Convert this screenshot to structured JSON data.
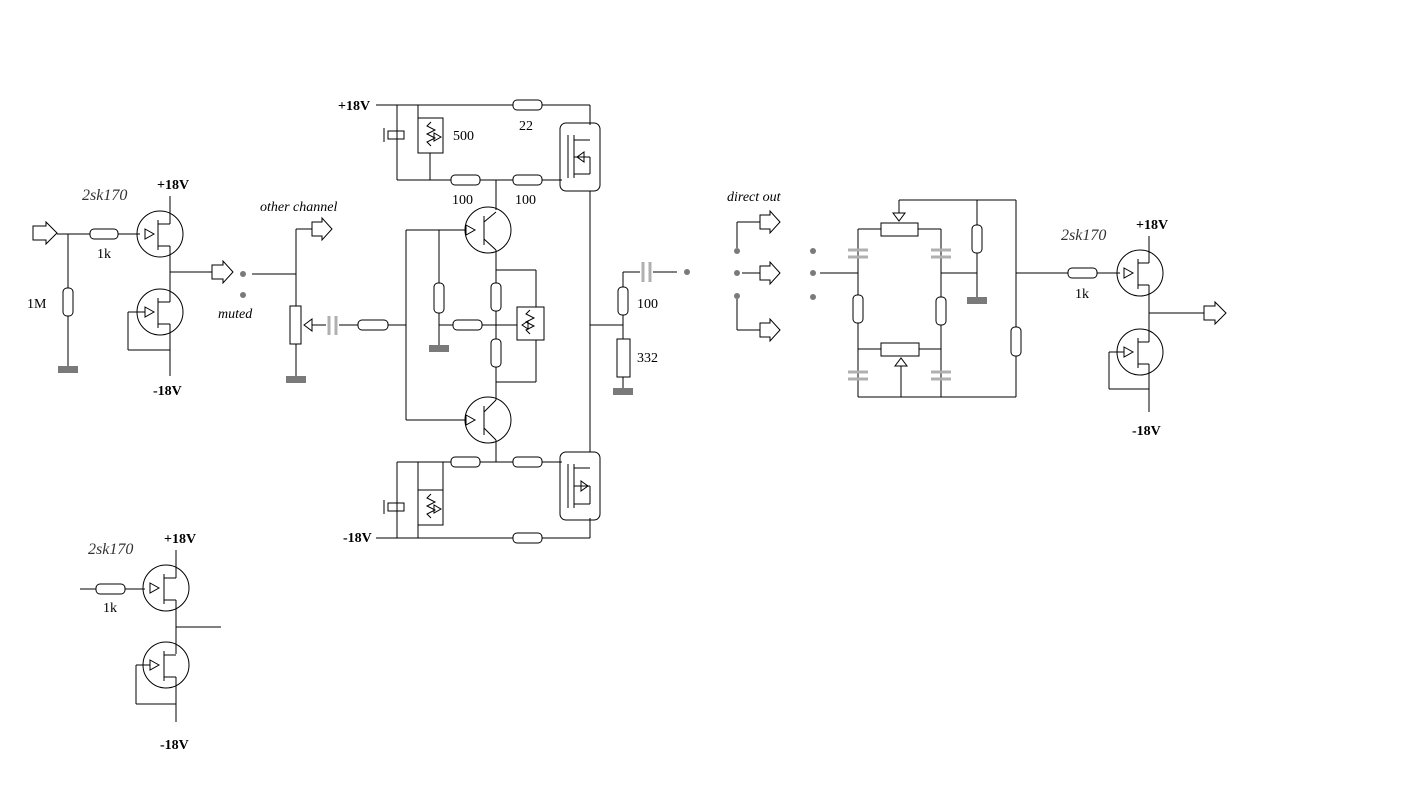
{
  "labels": {
    "stage1_part": "2sk170",
    "stage1_vplus": "+18V",
    "stage1_vminus": "-18V",
    "stage1_gate_res": "1k",
    "stage1_input_res": "1M",
    "stage1_mute": "muted",
    "other_channel": "other channel",
    "amp_vplus": "+18V",
    "amp_vminus": "-18V",
    "amp_trim": "500",
    "amp_r22": "22",
    "amp_r100_a": "100",
    "amp_r100_b": "100",
    "out_r100": "100",
    "out_r332": "332",
    "direct_out": "direct out",
    "stage2_part": "2sk170",
    "stage2_vplus": "+18V",
    "stage2_vminus": "-18V",
    "stage2_gate_res": "1k",
    "stage3_part": "2sk170",
    "stage3_vplus": "+18V",
    "stage3_vminus": "-18V",
    "stage3_gate_res": "1k"
  },
  "colors": {
    "wire": "#000000",
    "ground": "#7a7a7a",
    "capacitor": "#b0b0b0"
  }
}
